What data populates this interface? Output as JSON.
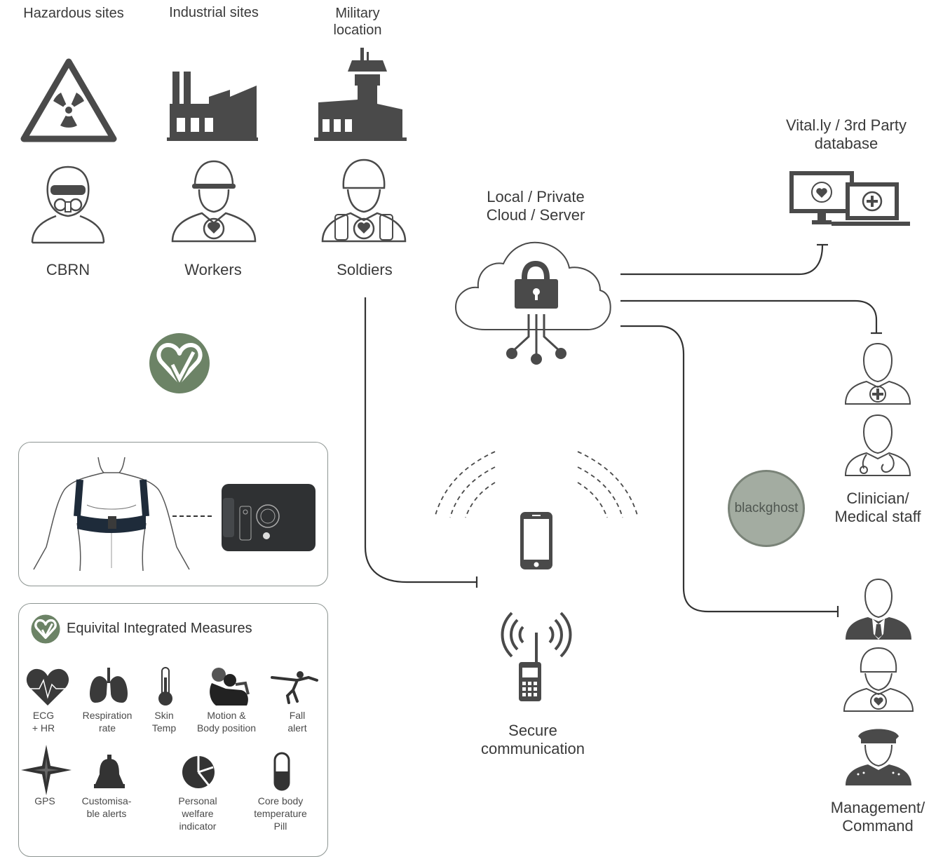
{
  "sites": {
    "hazardous": "Hazardous sites",
    "industrial": "Industrial sites",
    "military": "Military\nlocation"
  },
  "users": {
    "cbrn": "CBRN",
    "workers": "Workers",
    "soldiers": "Soldiers"
  },
  "cloud": {
    "label": "Local / Private\nCloud / Server"
  },
  "database": {
    "label": "Vital.ly / 3rd Party\ndatabase"
  },
  "clinician": {
    "label": "Clinician/\nMedical staff"
  },
  "management": {
    "label": "Management/\nCommand"
  },
  "secure": {
    "label": "Secure\ncommunication"
  },
  "blackghost": {
    "label": "blackghost"
  },
  "measures": {
    "title": "Equivital Integrated Measures",
    "items": [
      {
        "label": "ECG\n+ HR",
        "icon": "heart-ecg-icon"
      },
      {
        "label": "Respiration\nrate",
        "icon": "lungs-icon"
      },
      {
        "label": "Skin\nTemp",
        "icon": "thermometer-icon"
      },
      {
        "label": "Motion &\nBody position",
        "icon": "motion-icon"
      },
      {
        "label": "Fall\nalert",
        "icon": "fall-icon"
      },
      {
        "label": "GPS",
        "icon": "compass-star-icon"
      },
      {
        "label": "Customisa-\nble alerts",
        "icon": "bell-icon"
      },
      {
        "label": "Personal\nwelfare\nindicator",
        "icon": "pie-icon"
      },
      {
        "label": "Core body\ntemperature\nPill",
        "icon": "pill-icon"
      }
    ]
  },
  "colors": {
    "dark": "#4a4a4a",
    "green": "#6c8366",
    "line": "#333333",
    "grey_circle": "#a3aca1"
  }
}
